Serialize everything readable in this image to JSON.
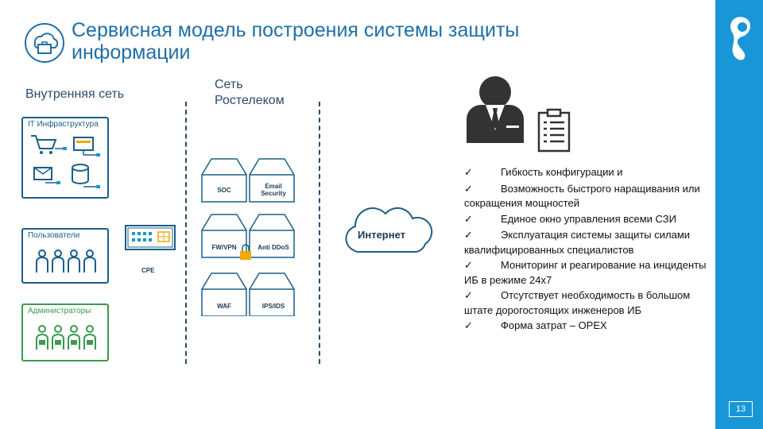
{
  "header": {
    "title": "Сервисная модель построения системы защиты информации",
    "page_number": "13"
  },
  "diagram": {
    "internal_network_label": "Внутренняя сеть",
    "rostelecom_label": "Сеть\nРостелеком",
    "it_infra_label": "IT Инфраструктура",
    "users_label": "Пользователи",
    "admins_label": "Администраторы",
    "cpe_label": "CPE",
    "internet_label": "Интернет",
    "services": [
      {
        "label": "SOC"
      },
      {
        "label": "Email\nSecurity"
      },
      {
        "label": "FW/VPN"
      },
      {
        "label": "Anti DDoS"
      },
      {
        "label": "WAF"
      },
      {
        "label": "IPS/IDS"
      }
    ]
  },
  "benefits": {
    "check_symbol": "✓",
    "items": [
      "Гибкость конфигурации и",
      "Возможность быстрого наращивания или сокращения мощностей",
      "Единое окно управления всеми СЗИ",
      "Эксплуатация системы защиты силами квалифицированных специалистов",
      "Мониторинг и реагирование на инциденты ИБ в режиме 24х7",
      "Отсутствует необходимость в большом штате дорогостоящих инженеров ИБ",
      "Форма затрат – OPEX"
    ]
  },
  "colors": {
    "brand_blue": "#1996d5",
    "title_blue": "#1f6fa8",
    "dark_navy": "#1b5e88",
    "admin_green": "#3a9a4d"
  }
}
